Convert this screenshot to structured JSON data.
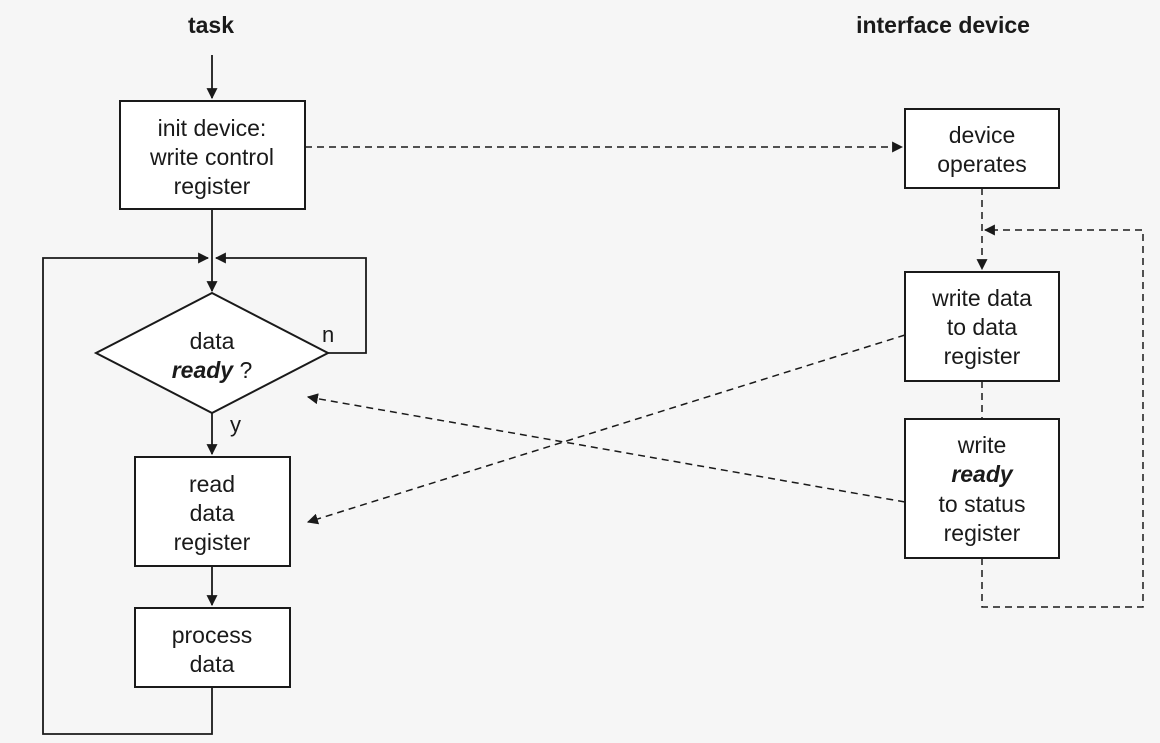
{
  "headers": {
    "task": "task",
    "device": "interface device"
  },
  "task": {
    "init": [
      "init device:",
      "write control",
      "register"
    ],
    "decision": {
      "line1": "data",
      "emphasis": "ready",
      "suffix": " ?",
      "no_label": "n",
      "yes_label": "y"
    },
    "read": [
      "read",
      "data",
      "register"
    ],
    "process": [
      "process",
      "data"
    ]
  },
  "device": {
    "operates": [
      "device",
      "operates"
    ],
    "write_data": [
      "write data",
      "to data",
      "register"
    ],
    "write_ready": {
      "line1": "write",
      "emphasis": "ready",
      "line3": "to status",
      "line4": "register"
    }
  },
  "colors": {
    "background": "#f6f6f6",
    "box_fill": "#ffffff",
    "stroke": "#1a1a1a"
  }
}
